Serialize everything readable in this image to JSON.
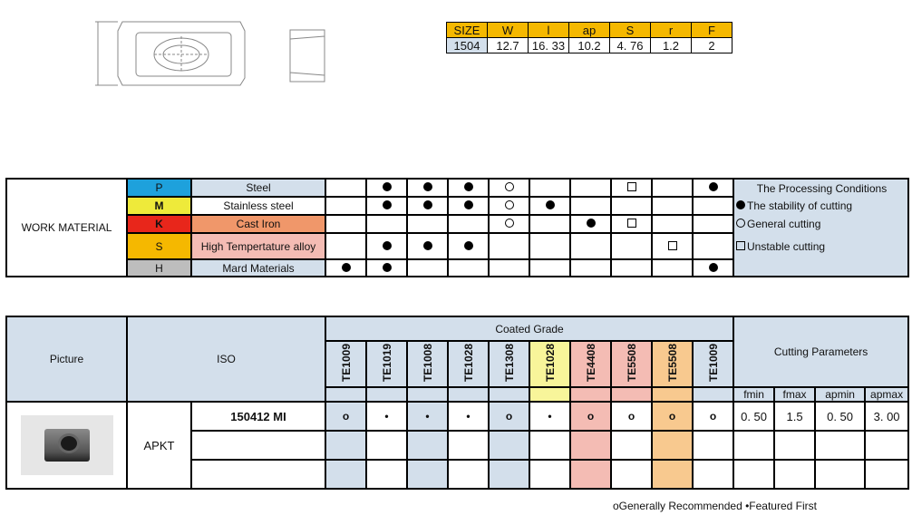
{
  "size_table": {
    "headers": [
      "SIZE",
      "W",
      "l",
      "ap",
      "S",
      "r",
      "F"
    ],
    "values": [
      "1504",
      "12.7",
      "16. 33",
      "10.2",
      "4. 76",
      "1.2",
      "2"
    ]
  },
  "materials": {
    "title": "WORK MATERIAL",
    "rows": [
      {
        "code": "P",
        "name": "Steel",
        "code_color": "#1ea1dc",
        "name_color": "#d3dfeb",
        "marks": [
          "",
          "dot",
          "dot",
          "dot",
          "circ",
          "",
          "",
          "sq",
          "",
          "dot"
        ]
      },
      {
        "code": "M",
        "name": "Stainless steel",
        "code_color": "#eeea3a",
        "name_color": "#ffffff",
        "marks": [
          "",
          "dot",
          "dot",
          "dot",
          "circ",
          "dot",
          "",
          "",
          "",
          ""
        ]
      },
      {
        "code": "K",
        "name": "Cast Iron",
        "code_color": "#e8261b",
        "name_color": "#f0976a",
        "marks": [
          "",
          "",
          "",
          "",
          "circ",
          "",
          "dot",
          "sq",
          "",
          ""
        ]
      },
      {
        "code": "S",
        "name": "High Tempertature alloy",
        "code_color": "#f5b800",
        "name_color": "#f4bcb4",
        "marks": [
          "",
          "dot",
          "dot",
          "dot",
          "",
          "",
          "",
          "",
          "sq",
          ""
        ]
      },
      {
        "code": "H",
        "name": "Mard Materials",
        "code_color": "#bdbdbd",
        "name_color": "#d3dfeb",
        "marks": [
          "dot",
          "dot",
          "",
          "",
          "",
          "",
          "",
          "",
          "",
          "dot"
        ]
      }
    ],
    "legend": {
      "title": "The Processing Conditions",
      "stable": "The stability of cutting",
      "general": "General cutting",
      "unstable": "Unstable cutting"
    }
  },
  "grades": {
    "picture_label": "Picture",
    "iso_label": "ISO",
    "coated_label": "Coated Grade",
    "params_label": "Cutting Parameters",
    "names": [
      "TE1009",
      "TE1019",
      "TE1008",
      "TE1028",
      "TE1308",
      "TE1028",
      "TE4408",
      "TE5508",
      "TE5508",
      "TE1009"
    ],
    "header_colors": [
      "lb",
      "lb",
      "lb",
      "lb",
      "lb",
      "yel",
      "pink",
      "pink",
      "org",
      "lb"
    ],
    "body_colors": [
      "lb",
      "",
      "lb",
      "",
      "lb",
      "",
      "pink",
      "",
      "org",
      ""
    ],
    "param_headers": [
      "fmin",
      "fmax",
      "apmin",
      "apmax"
    ],
    "iso": "APKT",
    "rows": [
      {
        "model": "150412 MI",
        "marks": [
          "o",
          "•",
          "•",
          "•",
          "o",
          "•",
          "o",
          "o",
          "o",
          "o"
        ],
        "params": [
          "0. 50",
          "1.5",
          "0. 50",
          "3. 00"
        ]
      },
      {
        "model": "",
        "marks": [
          "",
          "",
          "",
          "",
          "",
          "",
          "",
          "",
          "",
          ""
        ],
        "params": [
          "",
          "",
          "",
          ""
        ]
      },
      {
        "model": "",
        "marks": [
          "",
          "",
          "",
          "",
          "",
          "",
          "",
          "",
          "",
          ""
        ],
        "params": [
          "",
          "",
          "",
          ""
        ]
      }
    ]
  },
  "footer": "oGenerally Recommended •Featured First"
}
